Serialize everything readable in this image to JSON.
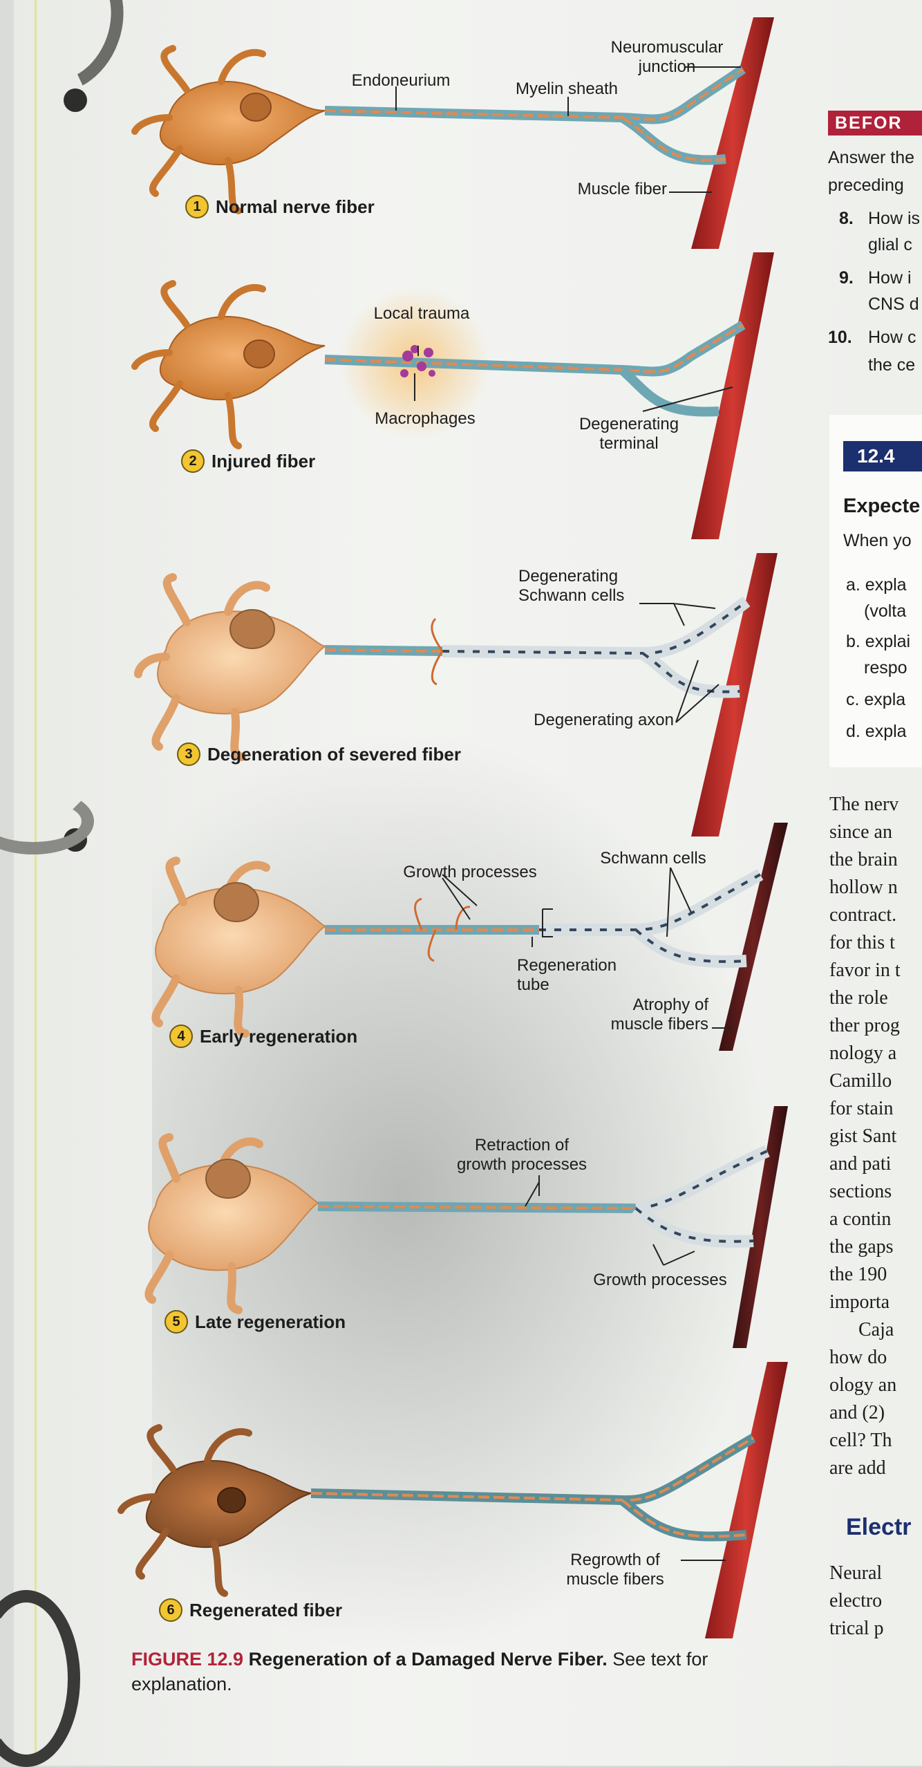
{
  "figure": {
    "panels": [
      {
        "num": "1",
        "title": "Normal nerve fiber"
      },
      {
        "num": "2",
        "title": "Injured fiber"
      },
      {
        "num": "3",
        "title": "Degeneration of severed fiber"
      },
      {
        "num": "4",
        "title": "Early regeneration"
      },
      {
        "num": "5",
        "title": "Late regeneration"
      },
      {
        "num": "6",
        "title": "Regenerated fiber"
      }
    ],
    "labels": {
      "endoneurium": "Endoneurium",
      "myelin": "Myelin sheath",
      "nmj": "Neuromuscular\njunction",
      "muscle_fiber": "Muscle fiber",
      "local_trauma": "Local trauma",
      "macrophages": "Macrophages",
      "degenerating_terminal": "Degenerating\nterminal",
      "degenerating_schwann": "Degenerating\nSchwann cells",
      "degenerating_axon": "Degenerating axon",
      "growth_processes_early": "Growth processes",
      "schwann_cells": "Schwann cells",
      "regeneration_tube": "Regeneration\ntube",
      "atrophy": "Atrophy of\nmuscle fibers",
      "retraction": "Retraction of\ngrowth processes",
      "growth_processes_late": "Growth processes",
      "regrowth": "Regrowth of\nmuscle fibers"
    },
    "caption": {
      "number": "FIGURE 12.9",
      "title": "Regeneration of a Damaged Nerve Fiber.",
      "text": " See text for explanation."
    }
  },
  "sidebar": {
    "before_header": "BEFOR",
    "answer_line1": "Answer the",
    "answer_line2": "preceding",
    "q8_num": "8.",
    "q8_a": "How is",
    "q8_b": "glial c",
    "q9_num": "9.",
    "q9_a": "How i",
    "q9_b": "CNS d",
    "q10_num": "10.",
    "q10_a": "How c",
    "q10_b": "the ce",
    "section_header": "12.4",
    "expect": "Expecte",
    "when": "When yo",
    "a1": "a. expla",
    "a2": "(volta",
    "b1": "b. explai",
    "b2": "respo",
    "c1": "c. expla",
    "d1": "d. expla",
    "body": [
      "The nerv",
      "since an",
      "the brain",
      "hollow n",
      "contract.",
      "for this t",
      "favor in t",
      "the role",
      "ther prog",
      "nology a",
      "Camillo",
      "for stain",
      "gist Sant",
      "and pati",
      "sections",
      "a contin",
      "the gaps",
      "the 190",
      "importa",
      "Caja",
      "how do",
      "ology an",
      "and (2)",
      "cell? Th",
      "are add"
    ],
    "electr": "Electr",
    "tail": [
      "Neural",
      "electro",
      "trical p"
    ]
  }
}
